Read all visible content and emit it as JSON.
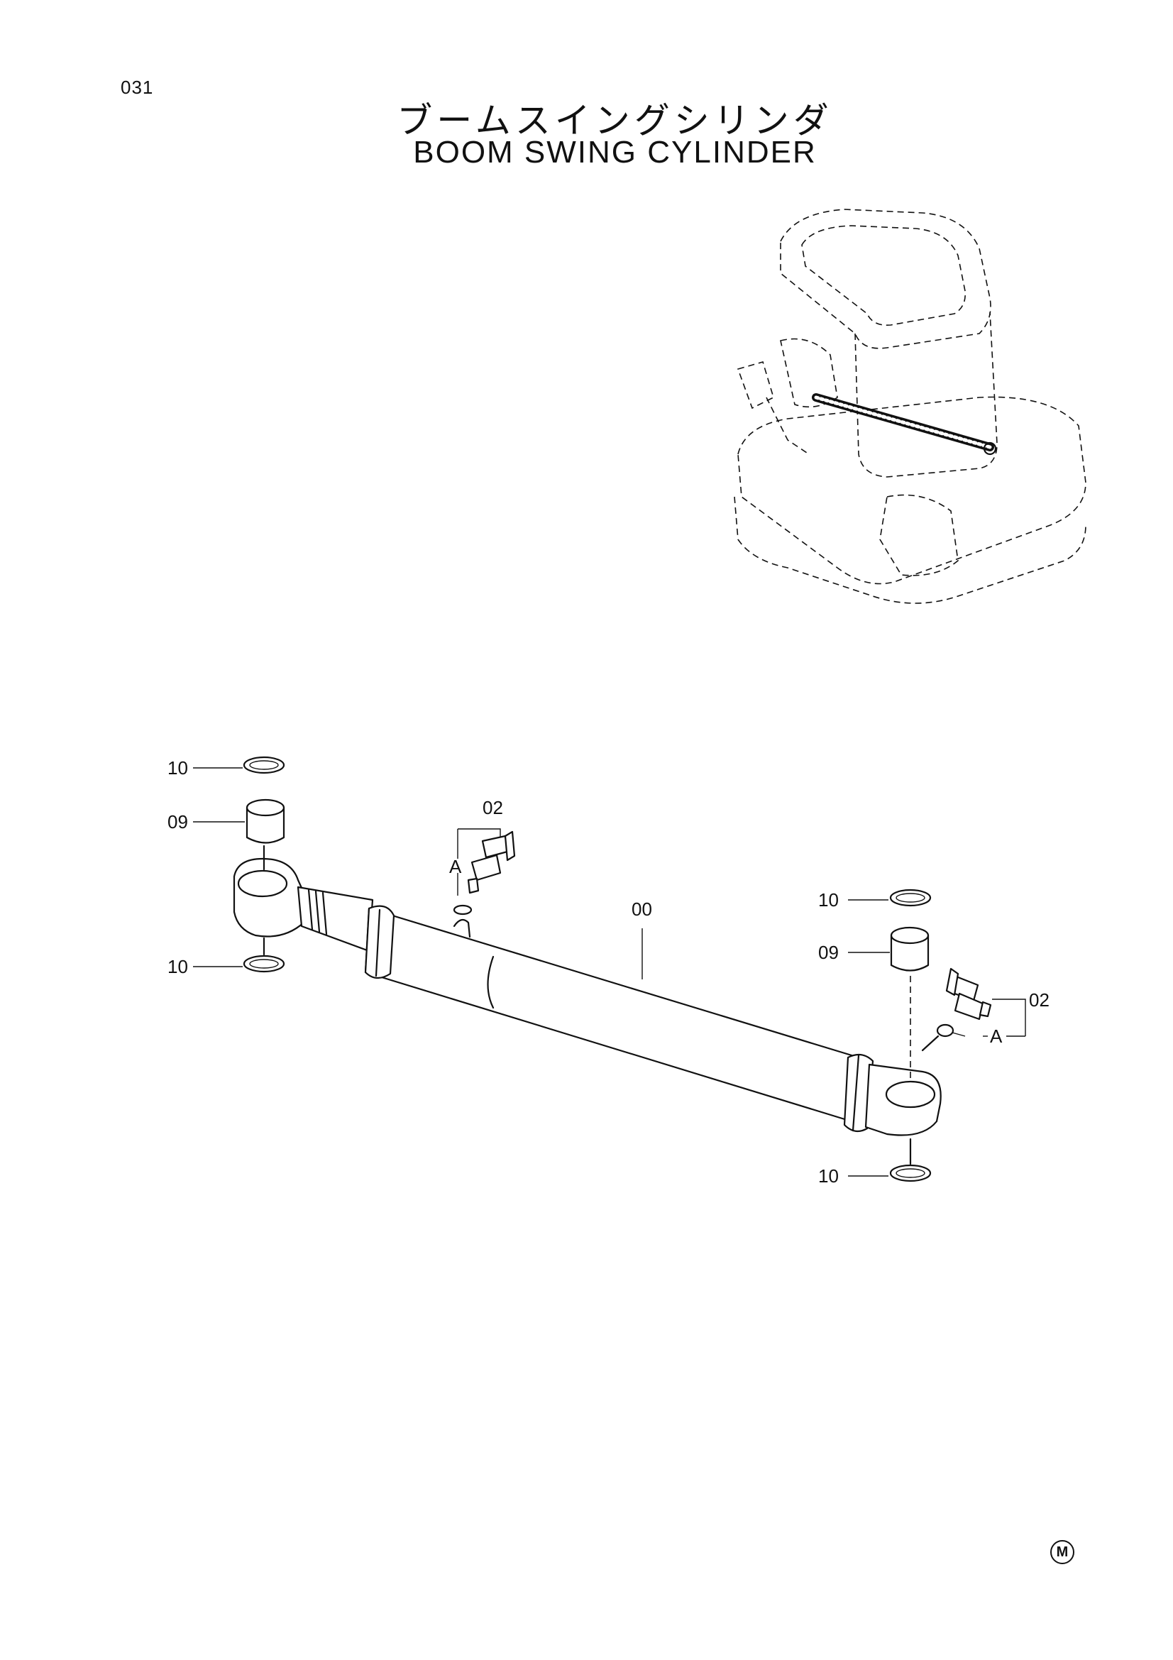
{
  "page": {
    "number": "031",
    "title_jp": "ブームスイングシリンダ",
    "title_en": "BOOM SWING CYLINDER",
    "mark": "M"
  },
  "callouts": {
    "c10_top_left": "10",
    "c09_left": "09",
    "c10_bottom_left": "10",
    "c02_left": "02",
    "cA_left": "A",
    "c00": "00",
    "c10_top_right": "10",
    "c09_right": "09",
    "c02_right": "02",
    "cA_right": "A",
    "c10_bottom_right": "10"
  }
}
